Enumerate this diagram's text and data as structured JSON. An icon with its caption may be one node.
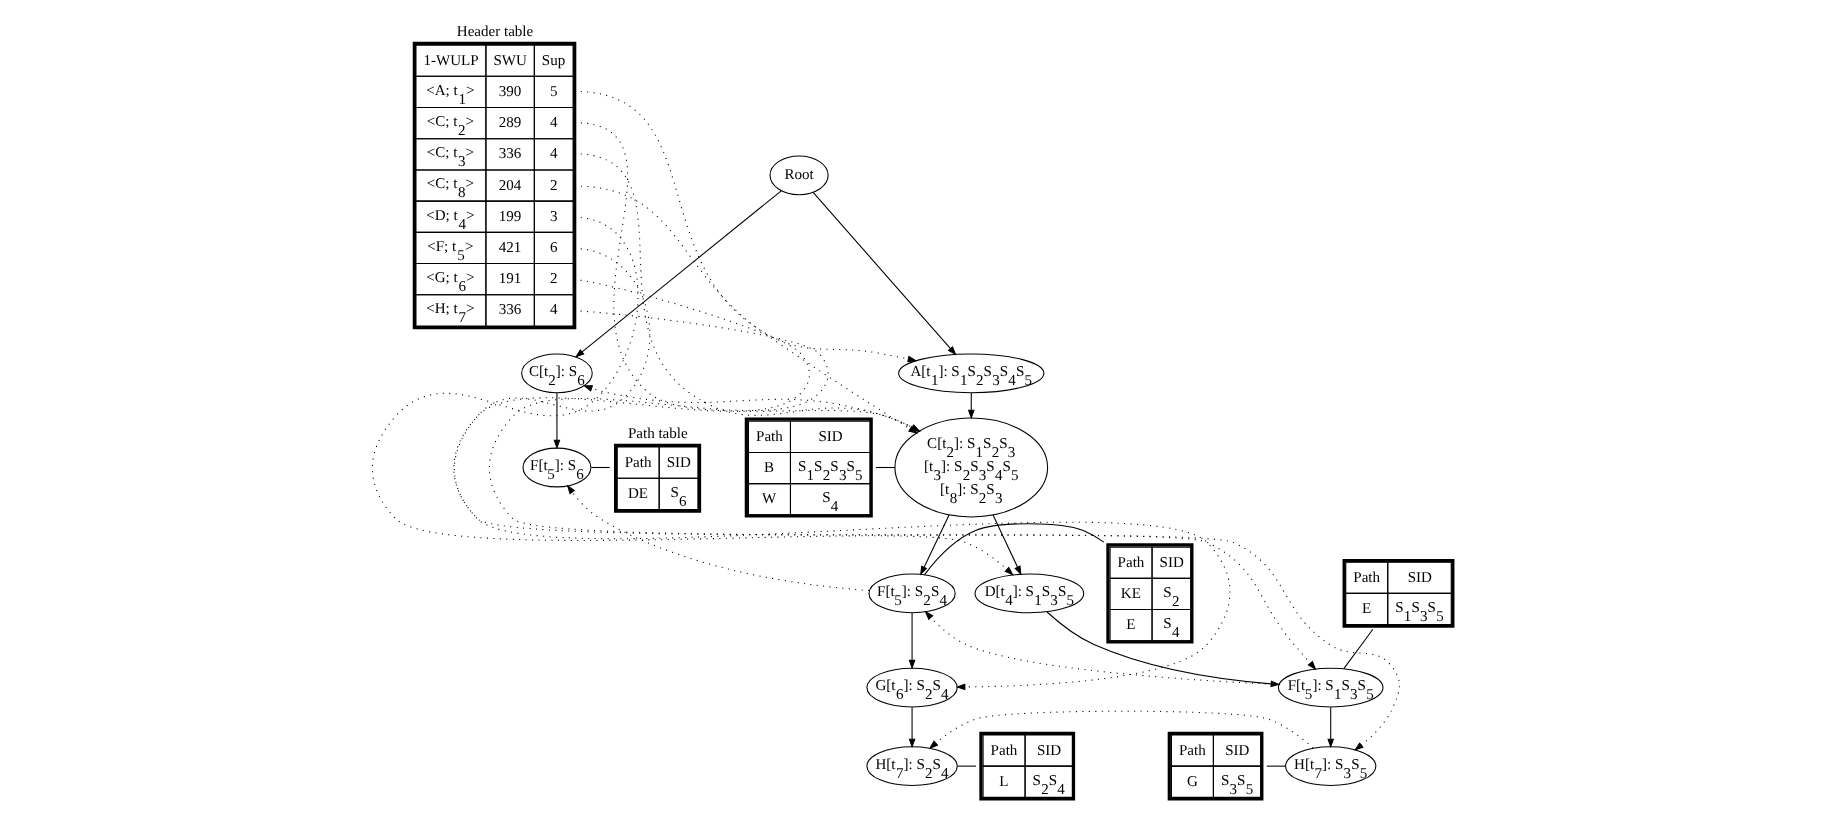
{
  "diagram": {
    "nodes": [
      {
        "text": [
          "Header table",
          "1-WULP",
          "SWU",
          "Sup",
          "<A; t$_{1}$>",
          "390",
          "5",
          "<C; t$_{2}$>",
          "289",
          "4",
          "<C; t$_{3}$>",
          "336",
          "4",
          "<C; t$_{8}$>",
          "204",
          "2",
          "<D; t$_{4}$>",
          "199",
          "3",
          "<F; t$_{5}$>",
          "421",
          "6",
          "<G; t$_{6}$>",
          "191",
          "2",
          "<H; t$_{7}$>",
          "336",
          "4"
        ]
      },
      {
        "text": [
          "Root"
        ]
      },
      {
        "text": [
          "A[t$_{1}$]: S$_{1}$S$_{2}$S$_{3}$S$_{4}$S$_{5}$"
        ]
      },
      {
        "text": [
          "C[t$_{2}$]: S$_{6}$"
        ]
      },
      {
        "text": [
          "Path table",
          "Path",
          "SID",
          "DE",
          "S$_{6}$"
        ]
      },
      {
        "text": [
          "Path",
          "SID",
          "B",
          "S$_{1}$S$_{2}$S$_{3}$S$_{5}$",
          "W",
          "S$_{4}$"
        ]
      },
      {
        "text": [
          "C[t$_{2}$]: S$_{1}$S$_{2}$S$_{3}$",
          "[t$_{3}$]: S$_{2}$S$_{3}$S$_{4}$S$_{5}$",
          "[t$_{8}$]: S$_{2}$S$_{3}$"
        ]
      },
      {
        "text": [
          "F[t$_{5}$]: S$_{6}$"
        ]
      },
      {
        "text": [
          "Path",
          "SID",
          "KE",
          "S$_{2}$",
          "E",
          "S$_{4}$"
        ]
      },
      {
        "text": [
          "Path",
          "SID",
          "E",
          "S$_{1}$S$_{3}$S$_{5}$"
        ]
      },
      {
        "text": [
          "D[t$_{4}$]: S$_{1}$S$_{3}$S$_{5}$"
        ]
      },
      {
        "text": [
          "F[t$_{5}$]: S$_{2}$S$_{4}$"
        ]
      },
      {
        "text": [
          "F[t$_{5}$]: S$_{1}$S$_{3}$S$_{5}$"
        ]
      },
      {
        "text": [
          "G[t$_{6}$]: S$_{2}$S$_{4}$"
        ]
      },
      {
        "text": [
          "Path",
          "SID",
          "G",
          "S$_{3}$S$_{5}$"
        ]
      },
      {
        "text": [
          "H[t$_{7}$]: S$_{3}$S$_{5}$"
        ]
      },
      {
        "text": [
          "H[t$_{7}$]: S$_{2}$S$_{4}$"
        ]
      },
      {
        "text": [
          "Path",
          "SID",
          "L",
          "S$_{2}$S$_{4}$"
        ]
      }
    ],
    "edges": [
      {
        "from": 1,
        "to": 2,
        "arrow": "to"
      },
      {
        "from": 1,
        "to": 3,
        "arrow": "to"
      },
      {
        "from": 2,
        "to": 6,
        "arrow": "to"
      },
      {
        "from": 3,
        "to": 7,
        "arrow": "to"
      },
      {
        "from": 6,
        "to": 10,
        "arrow": "to"
      },
      {
        "from": 6,
        "to": 11,
        "arrow": "to"
      },
      {
        "from": 10,
        "to": 12,
        "arrow": "to"
      },
      {
        "from": 11,
        "to": 13,
        "arrow": "to"
      },
      {
        "from": 12,
        "to": 15,
        "arrow": "to"
      },
      {
        "from": 13,
        "to": 16,
        "arrow": "to"
      },
      {
        "from": 5,
        "to": 6,
        "arrow": "none"
      },
      {
        "from": 7,
        "to": 4,
        "arrow": "none"
      },
      {
        "from": 11,
        "to": 8,
        "arrow": "none"
      },
      {
        "from": 9,
        "to": 12,
        "arrow": "none"
      },
      {
        "from": 14,
        "to": 15,
        "arrow": "none"
      },
      {
        "from": 16,
        "to": 17,
        "arrow": "none"
      },
      {
        "from": 0,
        "to": 2,
        "arrow": "to",
        "style": "dashed"
      },
      {
        "from": 0,
        "to": 6,
        "arrow": "to",
        "style": "dashed"
      },
      {
        "from": 0,
        "to": 6,
        "arrow": "to",
        "style": "dashed"
      },
      {
        "from": 0,
        "to": 6,
        "arrow": "to",
        "style": "dashed"
      },
      {
        "from": 6,
        "to": 3,
        "arrow": "to",
        "style": "dashed"
      },
      {
        "from": 0,
        "to": 10,
        "arrow": "to",
        "style": "dashed"
      },
      {
        "from": 0,
        "to": 12,
        "arrow": "to",
        "style": "dashed"
      },
      {
        "from": 12,
        "to": 11,
        "arrow": "to",
        "style": "dashed"
      },
      {
        "from": 11,
        "to": 7,
        "arrow": "to",
        "style": "dashed"
      },
      {
        "from": 0,
        "to": 13,
        "arrow": "to",
        "style": "dashed"
      },
      {
        "from": 0,
        "to": 15,
        "arrow": "to",
        "style": "dashed"
      },
      {
        "from": 15,
        "to": 16,
        "arrow": "to",
        "style": "dashed"
      }
    ]
  }
}
